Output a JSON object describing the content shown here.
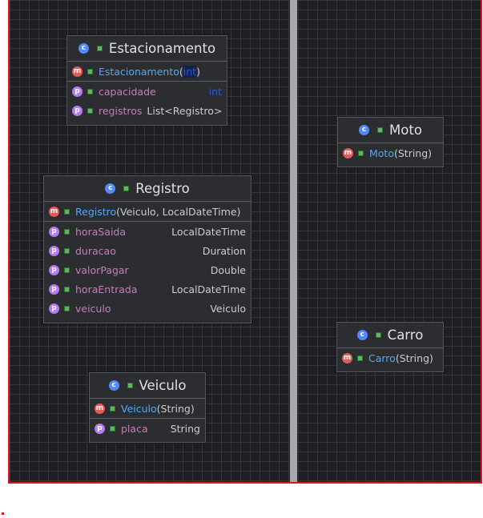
{
  "classes": {
    "estacionamento": {
      "name": "Estacionamento",
      "constructor": {
        "name": "Estacionamento",
        "open": "(",
        "param": "int",
        "close": ")"
      },
      "fields": [
        {
          "name": "capacidade",
          "type": "int"
        },
        {
          "name": "registros",
          "type": "List<Registro>"
        }
      ]
    },
    "registro": {
      "name": "Registro",
      "constructor": {
        "name": "Registro",
        "params": "(Veiculo, LocalDateTime)"
      },
      "fields": [
        {
          "name": "horaSaida",
          "type": "LocalDateTime"
        },
        {
          "name": "duracao",
          "type": "Duration"
        },
        {
          "name": "valorPagar",
          "type": "Double"
        },
        {
          "name": "horaEntrada",
          "type": "LocalDateTime"
        },
        {
          "name": "veiculo",
          "type": "Veiculo"
        }
      ]
    },
    "veiculo": {
      "name": "Veiculo",
      "constructor": {
        "name": "Veiculo",
        "params": "(String)"
      },
      "fields": [
        {
          "name": "placa",
          "type": "String"
        }
      ]
    },
    "moto": {
      "name": "Moto",
      "constructor": {
        "name": "Moto",
        "params": "(String)"
      }
    },
    "carro": {
      "name": "Carro",
      "constructor": {
        "name": "Carro",
        "params": "(String)"
      }
    }
  },
  "badges": {
    "class": "c",
    "method": "m",
    "property": "p"
  },
  "colors": {
    "canvas_bg": "#1e1f22",
    "box_bg": "#2b2d30",
    "method_name": "#56a8f5",
    "field_name": "#c77dbb",
    "keyword": "#2a55e0",
    "class_badge": "#548af7",
    "method_badge": "#e25a5a",
    "property_badge": "#b37cf5",
    "public_marker": "#5fb85f",
    "frame_border": "#e0161a"
  }
}
